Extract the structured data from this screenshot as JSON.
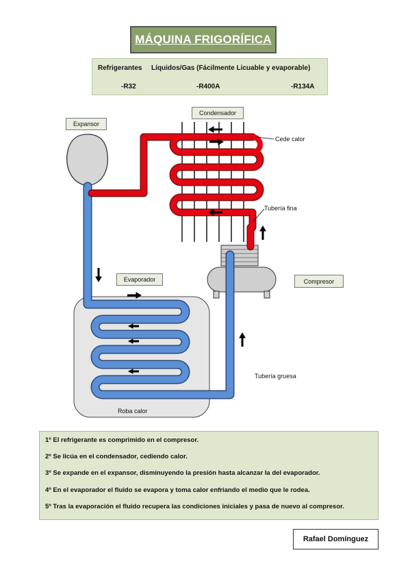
{
  "title": "MÁQUINA FRIGORÍFICA",
  "refrigerants": {
    "header_left": "Refrigerantes",
    "header_right": "Líquidos/Gas  (Fácilmente Licuable y evaporable)",
    "items": [
      "-R32",
      "-R400A",
      "-R134A"
    ]
  },
  "labels": {
    "expansor": "Expansor",
    "condensador": "Condensador",
    "cede_calor": "Cede calor",
    "tuberia_fina": "Tubería fina",
    "compresor": "Compresor",
    "evaporador": "Evaporador",
    "tuberia_gruesa": "Tubería gruesa",
    "roba_calor": "Roba calor"
  },
  "steps": [
    "1º El refrigerante es comprimido en el compresor.",
    "2º Se licúa en el condensador, cediendo calor.",
    "3º Se expande en el  expansor, disminuyendo la presión hasta alcanzar la del evaporador.",
    "4º En el evaporador el fluido se evapora y toma calor enfriando el medio que le rodea.",
    "5º Tras la evaporación el fluido recupera las condiciones iniciales y pasa de nuevo al compresor."
  ],
  "author": "Rafael Domínguez",
  "colors": {
    "hot_pipe": "#e30613",
    "cold_pipe": "#5b8fd6",
    "title_bg": "#8aa06a",
    "panel_bg": "#dfe8cf"
  }
}
